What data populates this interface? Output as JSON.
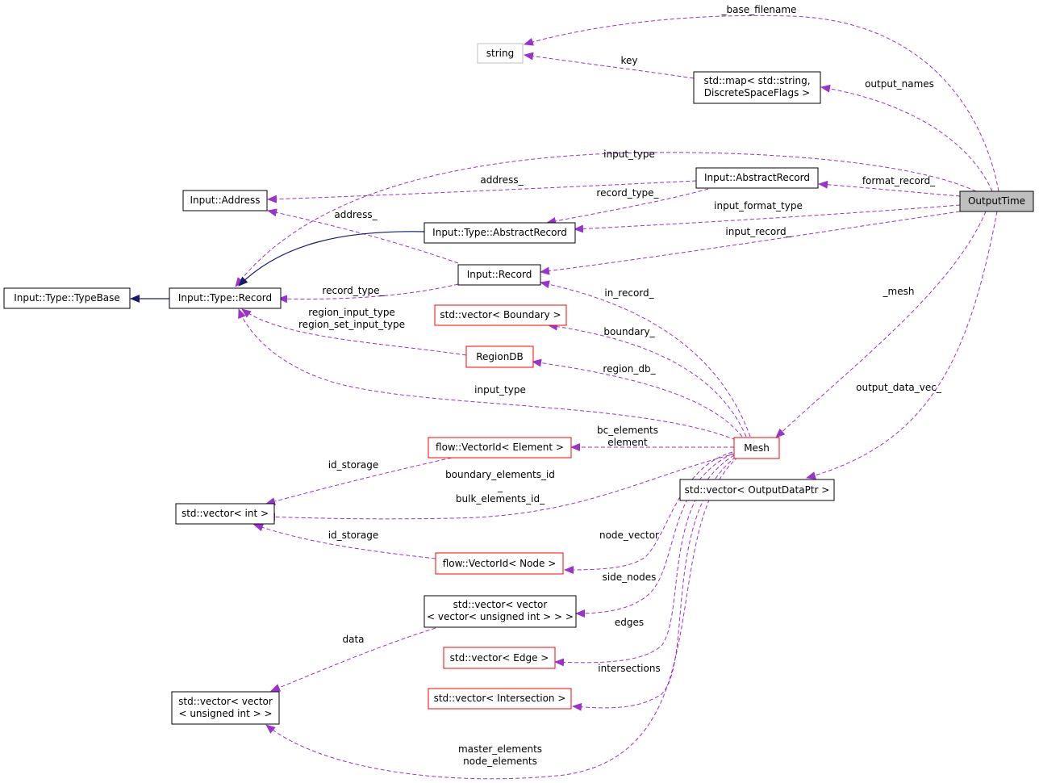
{
  "colors": {
    "usage_edge": "#9a32cd",
    "inherit_edge": "#191970",
    "focus_fill": "#bfbfbf",
    "incomplete_border": "#ff0000",
    "external_border": "#bfbfbf"
  },
  "nodes": {
    "output_time": [
      "OutputTime"
    ],
    "string": [
      "string"
    ],
    "std_map": [
      "std::map< std::string,",
      "DiscreteSpaceFlags >"
    ],
    "abstract_record": [
      "Input::AbstractRecord"
    ],
    "input_address": [
      "Input::Address"
    ],
    "type_abstract_record": [
      "Input::Type::AbstractRecord"
    ],
    "input_record": [
      "Input::Record"
    ],
    "type_typebase": [
      "Input::Type::TypeBase"
    ],
    "type_record": [
      "Input::Type::Record"
    ],
    "vector_boundary": [
      "std::vector< Boundary >"
    ],
    "region_db": [
      "RegionDB"
    ],
    "vectorid_element": [
      "flow::VectorId< Element >"
    ],
    "mesh": [
      "Mesh"
    ],
    "vector_output_data_ptr": [
      "std::vector< OutputDataPtr >"
    ],
    "vector_int": [
      "std::vector< int >"
    ],
    "vectorid_node": [
      "flow::VectorId< Node >"
    ],
    "vector_vector_vector": [
      "std::vector< vector",
      "< vector< unsigned int > > >"
    ],
    "vector_edge": [
      "std::vector< Edge >"
    ],
    "vector_intersection": [
      "std::vector< Intersection >"
    ],
    "vector_vector_uint": [
      "std::vector< vector",
      "< unsigned int > >"
    ]
  },
  "edge_labels": {
    "base_filename": [
      "_base_filename"
    ],
    "key": [
      "key"
    ],
    "output_names": [
      "output_names"
    ],
    "input_type_top": [
      "input_type"
    ],
    "address": [
      "address_"
    ],
    "format_record": [
      "format_record_"
    ],
    "record_type_1": [
      "record_type_"
    ],
    "address_2": [
      "address_"
    ],
    "input_format_type": [
      "input_format_type"
    ],
    "input_record": [
      "input_record_"
    ],
    "record_type_2": [
      "record_type_"
    ],
    "region_input_type": [
      "region_input_type",
      "region_set_input_type"
    ],
    "mesh": [
      "_mesh"
    ],
    "in_record": [
      "in_record_"
    ],
    "boundary": [
      "boundary_"
    ],
    "region_db": [
      "region_db_"
    ],
    "input_type_bottom": [
      "input_type"
    ],
    "output_data_vec": [
      "output_data_vec_"
    ],
    "bc_elements": [
      "bc_elements",
      "element"
    ],
    "id_storage_1": [
      "id_storage"
    ],
    "boundary_elements_id": [
      "boundary_elements_id",
      "_",
      "bulk_elements_id_"
    ],
    "id_storage_2": [
      "id_storage"
    ],
    "node_vector": [
      "node_vector"
    ],
    "side_nodes": [
      "side_nodes"
    ],
    "edges": [
      "edges"
    ],
    "data": [
      "data"
    ],
    "intersections": [
      "intersections"
    ],
    "master_elements": [
      "master_elements",
      "node_elements"
    ]
  }
}
